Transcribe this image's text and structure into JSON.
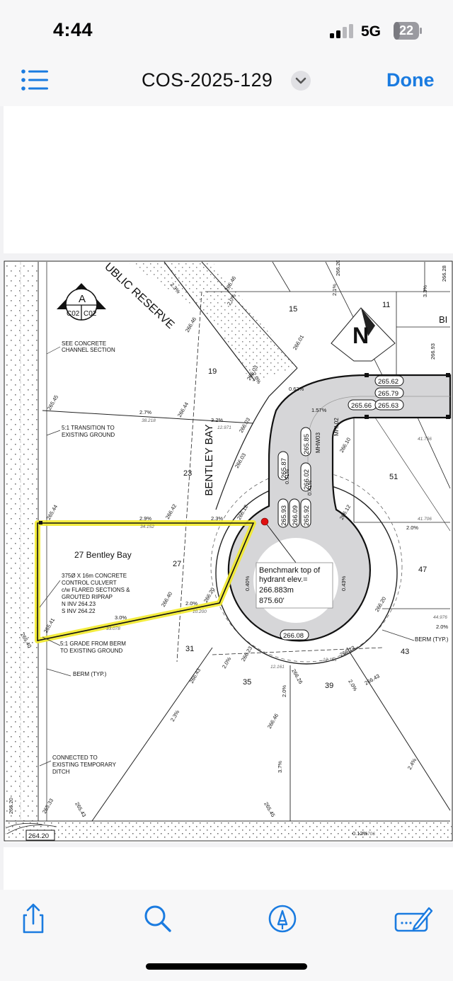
{
  "status": {
    "time": "4:44",
    "network": "5G",
    "battery": "22"
  },
  "nav": {
    "title": "COS-2025-129",
    "done_label": "Done"
  },
  "plan": {
    "section_marker": {
      "letter": "A",
      "left": "C02",
      "right": "C02"
    },
    "reserve_label": "UBLIC RESERVE",
    "street_name": "BENTLEY BAY",
    "north_letter": "N",
    "highlighted_lot_label": "27 Bentley Bay",
    "benchmark": {
      "line1": "Benchmark top of",
      "line2": "hydrant elev.=",
      "line3": "266.883m",
      "line4": "875.60'"
    },
    "notes": {
      "see_concrete_1": "SEE CONCRETE",
      "see_concrete_2": "CHANNEL SECTION",
      "transition_1": "5:1 TRANSITION TO",
      "transition_2": "EXISTING GROUND",
      "culvert_1": "375Ø X 16m CONCRETE",
      "culvert_2": "CONTROL CULVERT",
      "culvert_3": "c/w FLARED SECTIONS &",
      "culvert_4": "GROUTED RIPRAP",
      "culvert_5": "N INV 264.23",
      "culvert_6": "S INV 264.22",
      "grade_1": "5:1 GRADE FROM BERM",
      "grade_2": "TO EXISTING GROUND",
      "berm_left": "BERM (TYP.)",
      "berm_right": "BERM (TYP.)",
      "connected_1": "CONNECTED TO",
      "connected_2": "EXISTING TEMPORARY",
      "connected_3": "DITCH"
    },
    "lots": {
      "l15": "15",
      "l11": "11",
      "l19": "19",
      "l23": "23",
      "l27": "27",
      "l31": "31",
      "l35": "35",
      "l39": "39",
      "l43": "43",
      "l47": "47",
      "l51": "51",
      "bl": "BI"
    },
    "elevations": {
      "e1": "266.46",
      "e2": "266.46",
      "e3": "266.01",
      "e4": "266.03",
      "e5": "266.44",
      "e6": "266.03",
      "e7": "266.03",
      "e8": "265.45",
      "e9": "265.44",
      "e10": "266.42",
      "e11": "266.12",
      "e12": "266.10",
      "e13": "266.12",
      "e14": "266.20",
      "e15": "266.40",
      "e16": "265.41",
      "e17": "265.40",
      "e18": "266.20",
      "e19": "266.23",
      "e20": "266.26",
      "e21": "266.43",
      "e22": "266.43",
      "e23": "266.23",
      "e24": "266.46",
      "e25": "265.45",
      "e26": "265.33",
      "e27": "265.43",
      "e28": "266.20",
      "e29": "266.28",
      "e30": "266.93",
      "e31": "266.20",
      "e32": "264.20"
    },
    "boxed": {
      "b1": "265.62",
      "b2": "265.79",
      "b3": "265.66",
      "b4": "265.63",
      "b5": "265.85",
      "b6": "265.87",
      "b7": "266.02",
      "b8": "265.93",
      "b9": "266.09",
      "b10": "265.92",
      "b11": "266.08"
    },
    "slopes": {
      "s1": "2.3%",
      "s2": "2.0%",
      "s3": "2.7%",
      "s4": "3.2%",
      "s5": "2.9%",
      "s6": "2.3%",
      "s7": "3.0%",
      "s8": "2.0%",
      "s9": "0.62%",
      "s10": "1.57%",
      "s11": "0.51%",
      "s12": "0.41%",
      "s13": "0.43%",
      "s14": "0.40%",
      "s15": "2.0%",
      "s16": "2.0%",
      "s17": "2.0%",
      "s18": "2.0%",
      "s19": "2.3%",
      "s20": "3.7%",
      "s21": "2.4%",
      "s22": "2.0%",
      "s23": "2.1%",
      "s24": "3.3%",
      "s25": "0.12%",
      "s26": "2.0%"
    },
    "manholes": {
      "mh1": "MHW03",
      "mh2": "MHL02"
    },
    "dims": {
      "d1": "38.218",
      "d2": "34.152",
      "d3": "33.078",
      "d4": "41.756",
      "d5": "41.706",
      "d6": "12.971",
      "d7": "10.200",
      "d8": "12.161",
      "d9": "12.161",
      "d10": "41.706",
      "d11": "44.976"
    }
  },
  "toolbar": {}
}
